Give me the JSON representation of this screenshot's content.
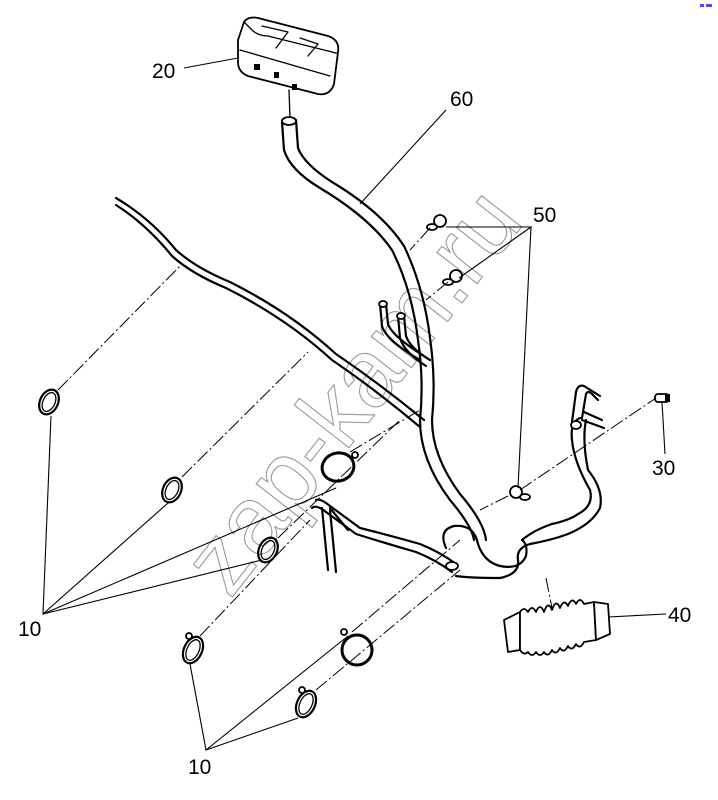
{
  "diagram": {
    "type": "exploded-parts-diagram",
    "watermark": "zap-kam.ru",
    "accent_color": "#4b4bf0",
    "callouts": [
      {
        "id": "20",
        "label": "20",
        "part": "reservoir-tank"
      },
      {
        "id": "60",
        "label": "60",
        "part": "long-hose"
      },
      {
        "id": "50",
        "label": "50",
        "part": "hose-clip"
      },
      {
        "id": "30",
        "label": "30",
        "part": "plug-cap"
      },
      {
        "id": "40",
        "label": "40",
        "part": "corrugated-boot"
      },
      {
        "id": "10a",
        "label": "10",
        "part": "hose-clamp-group-upper"
      },
      {
        "id": "10b",
        "label": "10",
        "part": "hose-clamp-group-lower"
      }
    ]
  }
}
